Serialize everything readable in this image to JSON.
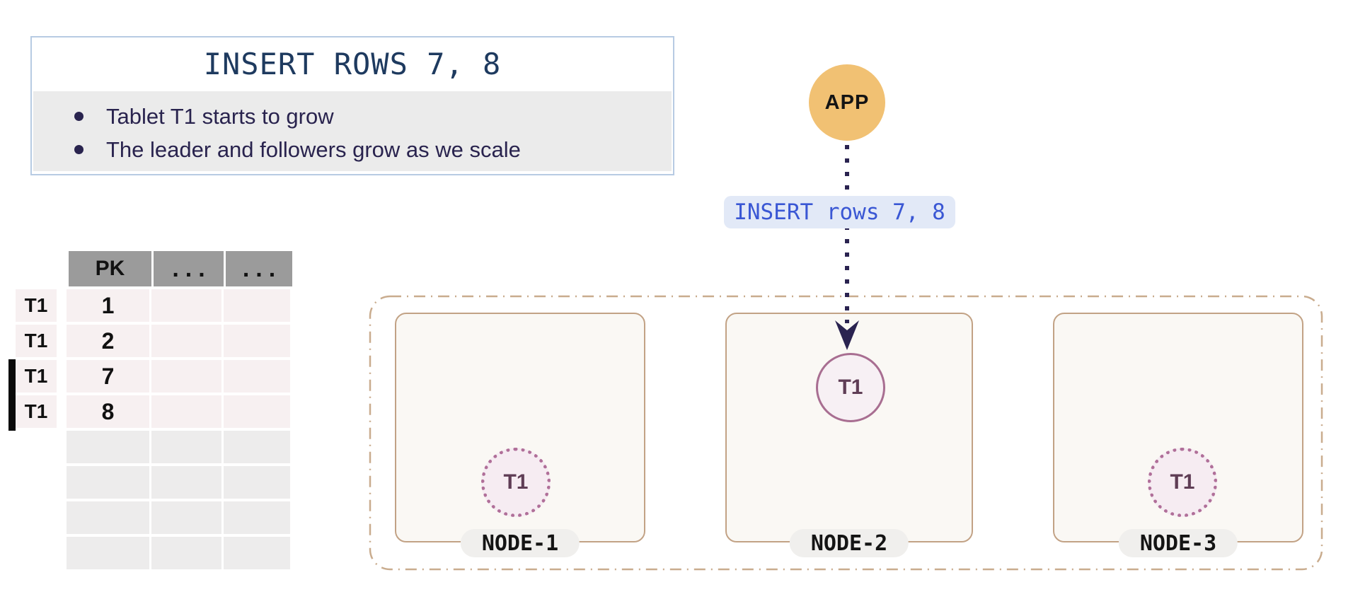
{
  "info_box": {
    "title": "INSERT ROWS 7, 8",
    "bullets": [
      "Tablet T1 starts to grow",
      "The leader and followers grow as we scale"
    ]
  },
  "app": {
    "label": "APP"
  },
  "insert_label": {
    "text": "INSERT rows 7, 8"
  },
  "table": {
    "headers": [
      "PK",
      "...",
      "..."
    ],
    "rows": [
      {
        "tablet": "T1",
        "pk": "1",
        "new": false
      },
      {
        "tablet": "T1",
        "pk": "2",
        "new": false
      },
      {
        "tablet": "T1",
        "pk": "7",
        "new": true
      },
      {
        "tablet": "T1",
        "pk": "8",
        "new": true
      }
    ],
    "empty_row_count": 4
  },
  "cluster": {
    "nodes": [
      {
        "label": "NODE-1",
        "tablet": {
          "label": "T1",
          "role": "follower"
        }
      },
      {
        "label": "NODE-2",
        "tablet": {
          "label": "T1",
          "role": "leader"
        }
      },
      {
        "label": "NODE-3",
        "tablet": {
          "label": "T1",
          "role": "follower"
        }
      }
    ]
  },
  "colors": {
    "title_text": "#1E3A5F",
    "bullet_text": "#29234E",
    "info_border": "#B7CBE3",
    "panel_gray": "#EBEBEB",
    "app_circle": "#F1C173",
    "query_pill_bg": "#E2E9F7",
    "query_pill_text": "#3A57D4",
    "arrow": "#2A2350",
    "table_header_bg": "#9B9B9B",
    "row_filled_bg": "#F7F0F1",
    "row_empty_bg": "#EDECEC",
    "new_row_marker": "#0A0A0A",
    "node_border": "#C2A285",
    "node_bg": "#FAF8F4",
    "cluster_border": "#C9AC8E",
    "tablet_leader_border": "#A86E91",
    "tablet_follower_border": "#B06F99",
    "tablet_bg": "#F6ECF2",
    "tablet_text": "#5F3D55",
    "node_pill_bg": "#F0EFED"
  }
}
